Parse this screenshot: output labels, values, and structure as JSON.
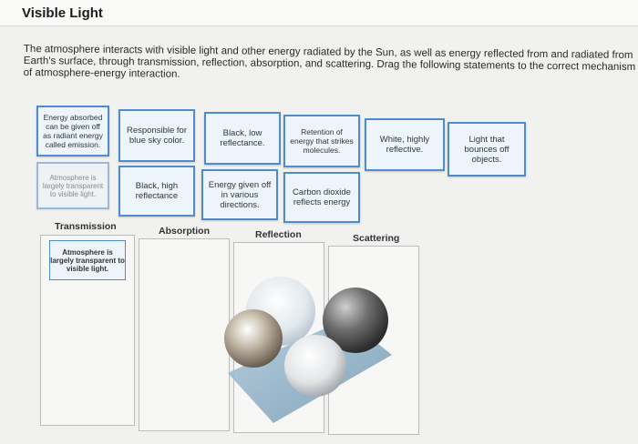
{
  "title": "Visible Light",
  "instructions": "The atmosphere interacts with visible light and other energy radiated by the Sun, as well as energy reflected from and radiated from Earth's surface, through transmission, reflection, absorption, and scattering. Drag the following statements to the correct mechanism of atmosphere-energy interaction.",
  "statements": [
    "Energy absorbed can be given off as radiant energy called emission.",
    "Responsible for blue sky color.",
    "Black, low reflectance.",
    "Retention of energy that strikes molecules.",
    "White, highly reflective.",
    "Light that bounces off objects.",
    "Atmosphere is largely transparent to visible light.",
    "Black, high reflectance",
    "Energy given off in various directions.",
    "Carbon dioxide reflects energy"
  ],
  "categories": [
    "Transmission",
    "Absorption",
    "Reflection",
    "Scattering"
  ],
  "dropped": {
    "transmission": "Atmosphere is largely transparent to visible light."
  },
  "colors": {
    "card_border": "#4f8ccc",
    "card_fill": "#eef4fb",
    "zone_border": "#bdbdbd"
  }
}
